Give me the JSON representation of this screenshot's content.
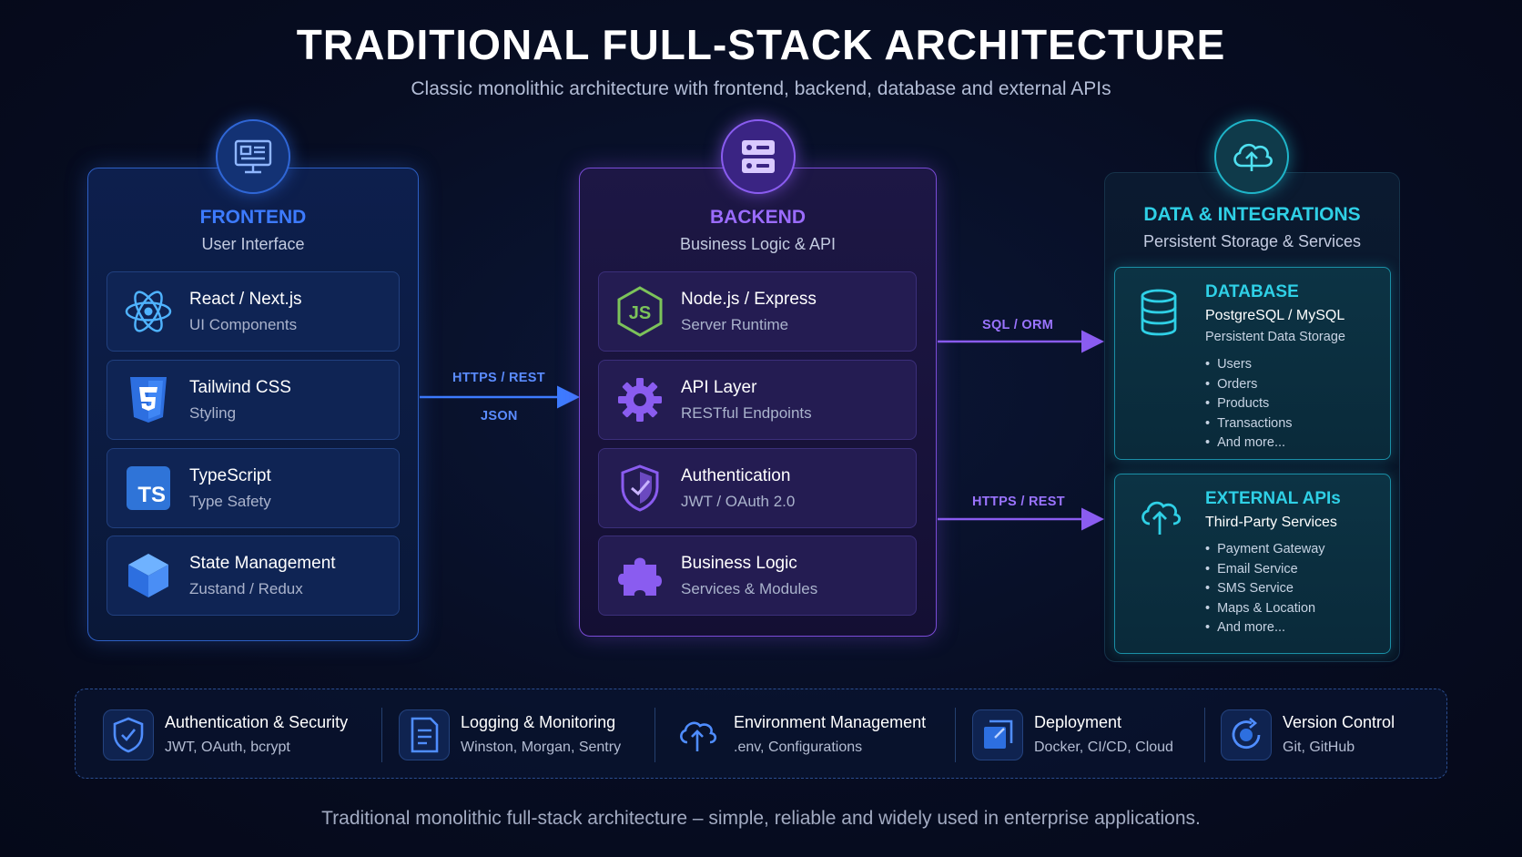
{
  "header": {
    "title": "TRADITIONAL FULL-STACK ARCHITECTURE",
    "subtitle": "Classic monolithic architecture with frontend, backend, database and external APIs"
  },
  "frontend": {
    "title": "FRONTEND",
    "subtitle": "User Interface",
    "accent": "#3d7bff",
    "icon": "monitor-icon",
    "items": [
      {
        "name": "React / Next.js",
        "desc": "UI Components",
        "icon": "react-icon"
      },
      {
        "name": "Tailwind CSS",
        "desc": "Styling",
        "icon": "css3-icon"
      },
      {
        "name": "TypeScript",
        "desc": "Type Safety",
        "icon": "typescript-icon",
        "icon_text": "TS"
      },
      {
        "name": "State Management",
        "desc": "Zustand / Redux",
        "icon": "cube-icon"
      }
    ]
  },
  "backend": {
    "title": "BACKEND",
    "subtitle": "Business Logic & API",
    "accent": "#9b6cff",
    "icon": "server-icon",
    "items": [
      {
        "name": "Node.js / Express",
        "desc": "Server Runtime",
        "icon": "nodejs-icon",
        "icon_text": "JS"
      },
      {
        "name": "API Layer",
        "desc": "RESTful Endpoints",
        "icon": "gear-icon"
      },
      {
        "name": "Authentication",
        "desc": "JWT / OAuth 2.0",
        "icon": "shield-icon"
      },
      {
        "name": "Business Logic",
        "desc": "Services & Modules",
        "icon": "puzzle-icon"
      }
    ]
  },
  "data": {
    "title": "DATA & INTEGRATIONS",
    "subtitle": "Persistent Storage & Services",
    "accent": "#2fd0e6",
    "icon": "cloud-icon",
    "database": {
      "title": "DATABASE",
      "tech": "PostgreSQL / MySQL",
      "desc": "Persistent Data Storage",
      "items": [
        "Users",
        "Orders",
        "Products",
        "Transactions",
        "And more..."
      ]
    },
    "external": {
      "title": "EXTERNAL APIs",
      "tech": "Third-Party Services",
      "items": [
        "Payment Gateway",
        "Email Service",
        "SMS Service",
        "Maps & Location",
        "And more..."
      ]
    }
  },
  "connectors": {
    "fe_be_top": "HTTPS / REST",
    "fe_be_bottom": "JSON",
    "be_db": "SQL / ORM",
    "be_ext": "HTTPS / REST"
  },
  "bottom_bar": [
    {
      "title": "Authentication & Security",
      "desc": "JWT, OAuth, bcrypt",
      "icon": "shield-check-icon"
    },
    {
      "title": "Logging & Monitoring",
      "desc": "Winston, Morgan, Sentry",
      "icon": "document-icon"
    },
    {
      "title": "Environment Management",
      "desc": ".env, Configurations",
      "icon": "cloud-upload-icon"
    },
    {
      "title": "Deployment",
      "desc": "Docker, CI/CD, Cloud",
      "icon": "deploy-icon"
    },
    {
      "title": "Version Control",
      "desc": "Git, GitHub",
      "icon": "version-control-icon"
    }
  ],
  "footer": "Traditional monolithic full-stack architecture – simple, reliable and widely used in enterprise applications."
}
